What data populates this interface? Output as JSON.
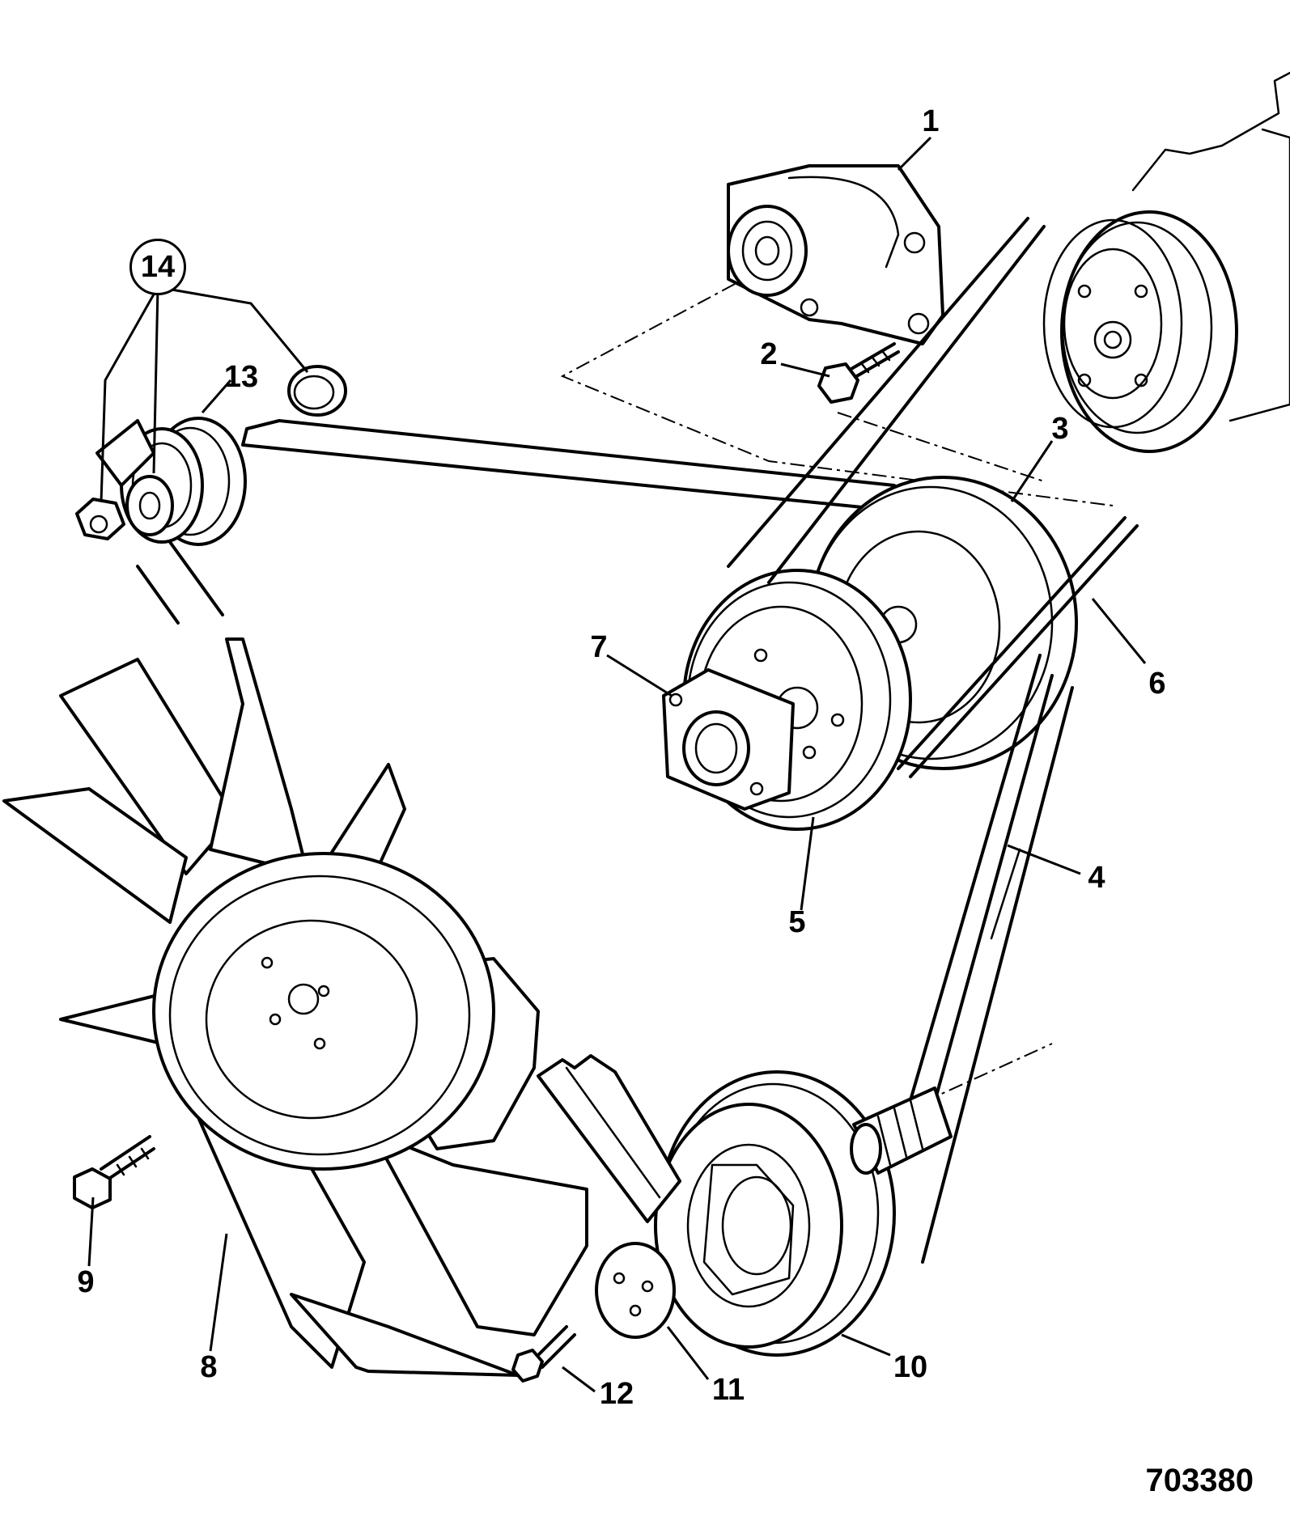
{
  "figure": {
    "reference_number": "703380"
  },
  "callouts": [
    {
      "id": "c1",
      "label": "1"
    },
    {
      "id": "c2",
      "label": "2"
    },
    {
      "id": "c3",
      "label": "3"
    },
    {
      "id": "c4",
      "label": "4"
    },
    {
      "id": "c5",
      "label": "5"
    },
    {
      "id": "c6",
      "label": "6"
    },
    {
      "id": "c7",
      "label": "7"
    },
    {
      "id": "c8",
      "label": "8"
    },
    {
      "id": "c9",
      "label": "9"
    },
    {
      "id": "c10",
      "label": "10"
    },
    {
      "id": "c11",
      "label": "11"
    },
    {
      "id": "c12",
      "label": "12"
    },
    {
      "id": "c13",
      "label": "13"
    },
    {
      "id": "c14",
      "label": "14"
    }
  ]
}
